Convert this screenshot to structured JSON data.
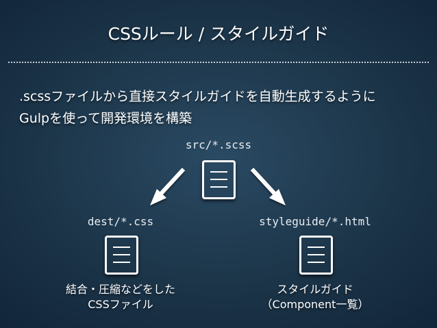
{
  "slide": {
    "title": "CSSルール / スタイルガイド",
    "lead_line1": ".scssファイルから直接スタイルガイドを自動生成するように",
    "lead_line2": "Gulpを使って開発環境を構築"
  },
  "diagram": {
    "source": {
      "label": "src/*.scss",
      "icon": "document-icon"
    },
    "outputs": [
      {
        "label": "dest/*.css",
        "icon": "document-icon",
        "caption_line1": "結合・圧縮などをした",
        "caption_line2": "CSSファイル"
      },
      {
        "label": "styleguide/*.html",
        "icon": "document-icon",
        "caption_line1": "スタイルガイド",
        "caption_line2": "（Component一覧）"
      }
    ]
  },
  "colors": {
    "background": "#1c3549",
    "foreground": "#ffffff"
  }
}
